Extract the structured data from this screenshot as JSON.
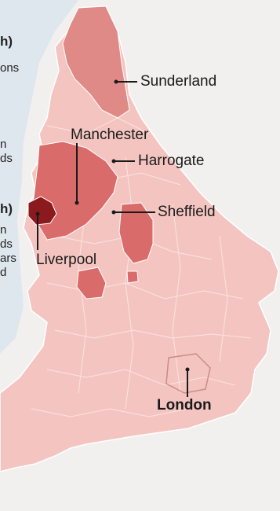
{
  "colors": {
    "sea": "#dfe7ee",
    "land_background": "#f2f0ee",
    "low": "#f4c5c0",
    "medium": "#d96b6b",
    "high": "#8b1a1f",
    "borders": "#ffffff",
    "leader": "#1a1a1a"
  },
  "legend_fragments": [
    {
      "id": "legend-head-1",
      "text": "h)",
      "bold": true
    },
    {
      "id": "legend-line-1",
      "text": "ons",
      "bold": false
    },
    {
      "id": "legend-line-2",
      "text": "n",
      "bold": false
    },
    {
      "id": "legend-line-3",
      "text": "ds",
      "bold": false
    },
    {
      "id": "legend-head-2",
      "text": "h)",
      "bold": true
    },
    {
      "id": "legend-line-4",
      "text": "n",
      "bold": false
    },
    {
      "id": "legend-line-5",
      "text": "ds",
      "bold": false
    },
    {
      "id": "legend-line-6",
      "text": "ars",
      "bold": false
    },
    {
      "id": "legend-line-7",
      "text": "d",
      "bold": false
    }
  ],
  "city_labels": {
    "sunderland": "Sunderland",
    "manchester": "Manchester",
    "harrogate": "Harrogate",
    "sheffield": "Sheffield",
    "liverpool": "Liverpool",
    "london": "London"
  }
}
